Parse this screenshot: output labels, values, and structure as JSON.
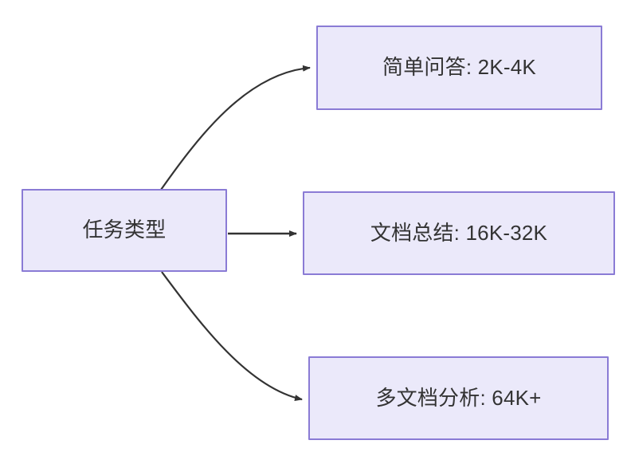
{
  "diagram": {
    "type": "flowchart",
    "direction": "left-to-right",
    "colors": {
      "node_fill": "#ebe9fa",
      "node_border": "#8a7bd5",
      "node_text": "#333333",
      "edge_stroke": "#333333",
      "canvas_background": "#ffffff"
    },
    "nodes": [
      {
        "id": "root",
        "label": "任务类型"
      },
      {
        "id": "simple_qa",
        "label": "简单问答: 2K-4K"
      },
      {
        "id": "doc_sum",
        "label": "文档总结: 16K-32K"
      },
      {
        "id": "multi_doc",
        "label": "多文档分析: 64K+"
      }
    ],
    "edges": [
      {
        "from": "root",
        "to": "simple_qa",
        "label": "",
        "style": "curved",
        "arrowhead": "filled-triangle"
      },
      {
        "from": "root",
        "to": "doc_sum",
        "label": "",
        "style": "straight",
        "arrowhead": "filled-triangle"
      },
      {
        "from": "root",
        "to": "multi_doc",
        "label": "",
        "style": "curved",
        "arrowhead": "filled-triangle"
      }
    ]
  }
}
